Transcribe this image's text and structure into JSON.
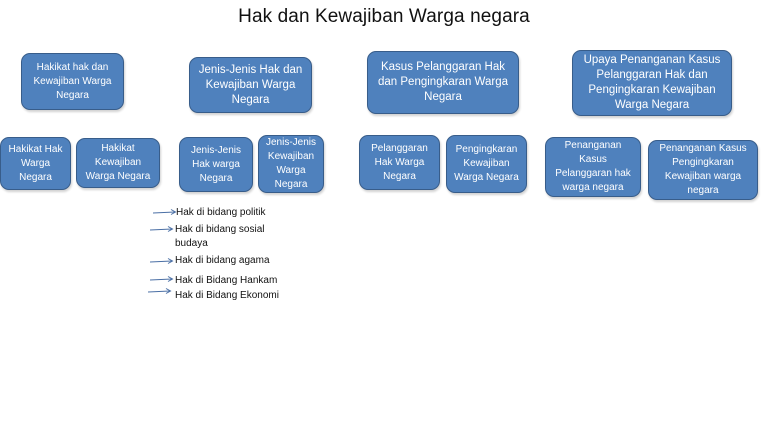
{
  "title": "Hak dan Kewajiban Warga negara",
  "colors": {
    "box_fill": "#4f81bd",
    "box_border": "#385d8a",
    "box_text": "#ffffff",
    "arrow": "#4a6fa5"
  },
  "groups": [
    {
      "parent": "Hakikat hak dan Kewajiban Warga Negara",
      "children": [
        "Hakikat Hak Warga Negara",
        "Hakikat Kewajiban Warga Negara"
      ]
    },
    {
      "parent": "Jenis-Jenis Hak dan Kewajiban Warga Negara",
      "children": [
        "Jenis-Jenis Hak warga Negara",
        "Jenis-Jenis Kewajiban Warga Negara"
      ]
    },
    {
      "parent": "Kasus Pelanggaran Hak dan Pengingkaran Warga Negara",
      "children": [
        "Pelanggaran Hak Warga Negara",
        "Pengingkaran Kewajiban Warga Negara"
      ]
    },
    {
      "parent": "Upaya Penanganan Kasus Pelanggaran Hak dan Pengingkaran  Kewajiban Warga Negara",
      "children": [
        "Penanganan Kasus Pelanggaran hak warga negara",
        "Penanganan Kasus Pengingkaran Kewajiban warga negara"
      ]
    }
  ],
  "rights_list": [
    {
      "icon": "arrow-right-icon",
      "lines": [
        "Hak di bidang politik"
      ]
    },
    {
      "icon": "arrow-right-icon",
      "lines": [
        "Hak di bidang sosial",
        "budaya"
      ]
    },
    {
      "icon": "arrow-right-icon",
      "lines": [
        "Hak di bidang agama"
      ]
    },
    {
      "icon": "arrow-right-icon",
      "lines": [
        "Hak di Bidang Hankam"
      ]
    },
    {
      "icon": "arrow-right-icon",
      "lines": [
        "Hak di Bidang Ekonomi"
      ]
    }
  ]
}
